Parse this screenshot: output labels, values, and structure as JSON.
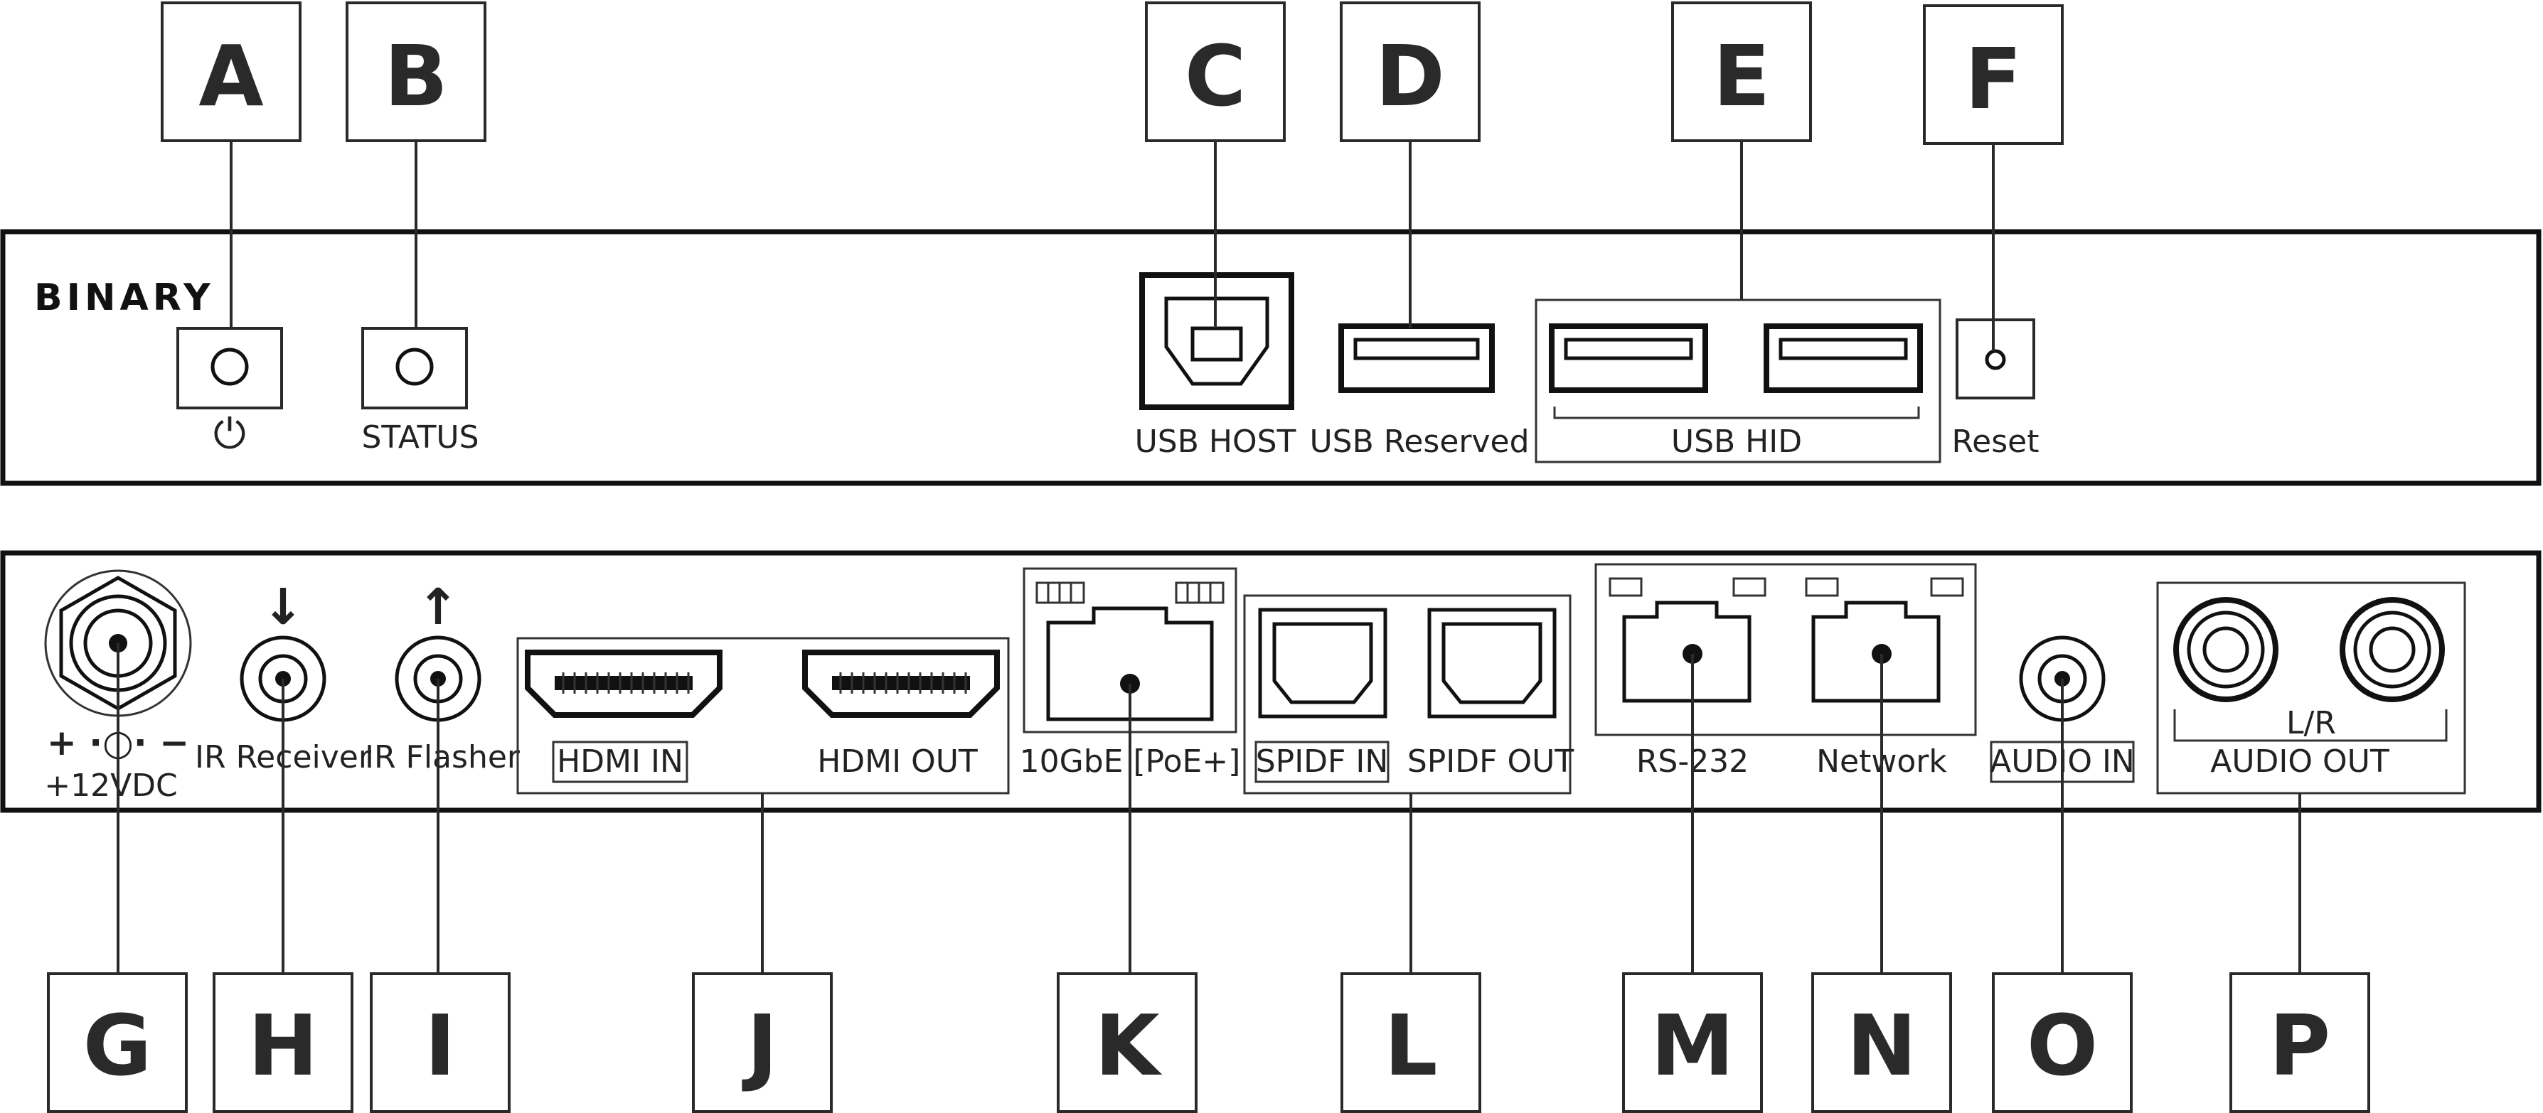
{
  "panels": {
    "front": {
      "logo": "BINARY",
      "status_label": "STATUS",
      "usb_host_label": "USB HOST",
      "usb_reserved_label": "USB Reserved",
      "usb_hid_label": "USB HID",
      "reset_label": "Reset",
      "power_symbol": "⏻"
    },
    "rear": {
      "power_polarity": "+ ·○· −",
      "power_label": "+12VDC",
      "ir_receiver_arrow": "↓",
      "ir_receiver_label": "IR Receiver",
      "ir_flasher_arrow": "↑",
      "ir_flasher_label": "IR Flasher",
      "hdmi_in_label": "HDMI IN",
      "hdmi_out_label": "HDMI OUT",
      "ethernet_label": "10GbE [PoE+]",
      "spdif_in_label": "SPIDF IN",
      "spdif_out_label": "SPIDF OUT",
      "rs232_label": "RS-232",
      "network_label": "Network",
      "audio_in_label": "AUDIO IN",
      "audio_lr_label": "L/R",
      "audio_out_label": "AUDIO OUT"
    }
  },
  "callouts": {
    "top": [
      "A",
      "B",
      "C",
      "D",
      "E",
      "F"
    ],
    "bottom": [
      "G",
      "H",
      "I",
      "J",
      "K",
      "L",
      "M",
      "N",
      "O",
      "P"
    ]
  }
}
